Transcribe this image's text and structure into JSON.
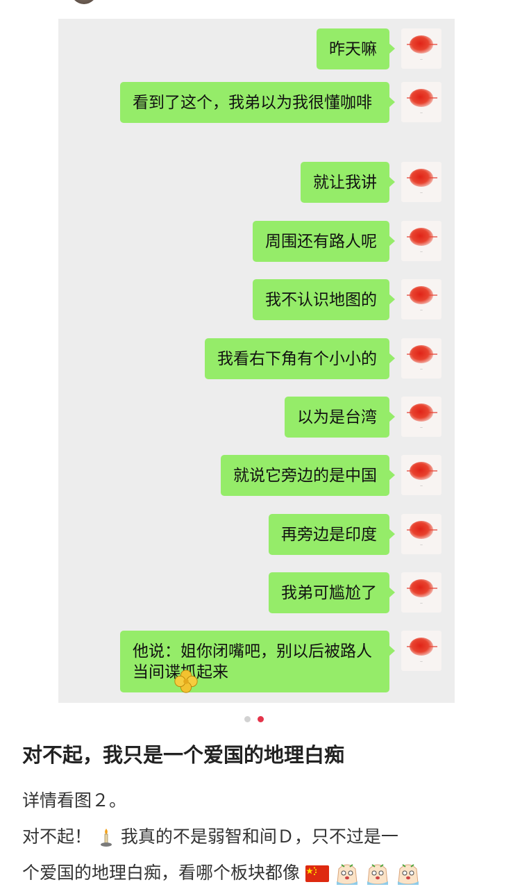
{
  "chat": {
    "messages": [
      {
        "text": "昨天嘛"
      },
      {
        "text": "看到了这个，我弟以为我很懂咖啡"
      },
      {
        "text": "就让我讲"
      },
      {
        "text": "周围还有路人呢"
      },
      {
        "text": "我不认识地图的"
      },
      {
        "text": "我看右下角有个小小的"
      },
      {
        "text": "以为是台湾"
      },
      {
        "text": "就说它旁边的是中国"
      },
      {
        "text": "再旁边是印度"
      },
      {
        "text": "我弟可尴尬了"
      },
      {
        "text": "他说：姐你闭嘴吧，别以后被路人当间谍抓起来"
      }
    ],
    "bubble_color": "#95ec69",
    "background_color": "#ededed"
  },
  "carousel": {
    "total": 2,
    "current": 2,
    "active_color": "#e4344a"
  },
  "post": {
    "title": "对不起，我只是一个爱国的地理白痴",
    "line1": "详情看图２。",
    "line2_a": "对不起！",
    "line2_b": "我真的不是弱智和间Ｄ，只不过是一",
    "line3": "个爱国的地理白痴，看哪个板块都像"
  },
  "icons": {
    "chat_avatar": "red-sun-avatar-icon",
    "sticker": "yellow-clover-sticker-icon",
    "emoji_candle": "candle-emoji-icon",
    "emoji_flag": "china-flag-emoji-icon",
    "emoji_crying": "crying-face-emoji-icon"
  }
}
